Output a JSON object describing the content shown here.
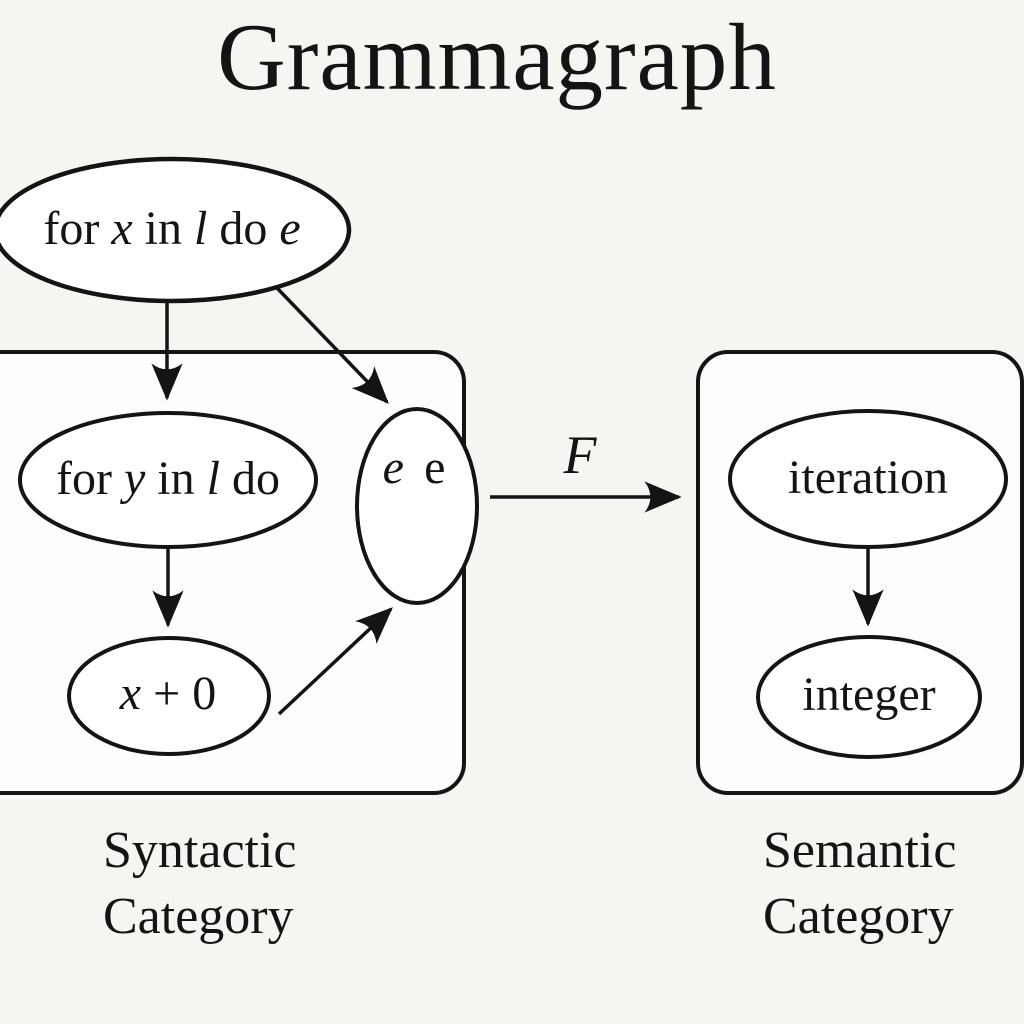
{
  "colors": {
    "background": "#f6f5f2",
    "box_fill": "#fdfdfc",
    "ink": "#141414"
  },
  "title": "Grammagraph",
  "functor": {
    "label": "F",
    "from": "e e",
    "to": "Semantic Category"
  },
  "syntactic_box": {
    "caption_line1": "Syntactic",
    "caption_line2": "Category",
    "nodes": {
      "for_x_in_l_do_e": {
        "parts": [
          "for ",
          "x",
          " in ",
          "l",
          " do ",
          "e"
        ]
      },
      "for_y_in_l_do": {
        "parts": [
          "for ",
          "y",
          " in ",
          "l",
          " do"
        ]
      },
      "x_plus_0": {
        "parts": [
          "x",
          " + 0"
        ]
      },
      "e_e": {
        "parts": [
          "e",
          "e"
        ]
      }
    }
  },
  "semantic_box": {
    "caption_line1": "Semantic",
    "caption_line2": "Category",
    "nodes": {
      "iteration": "iteration",
      "integer": "integer"
    }
  },
  "edges": [
    "for x in l do e -> for y in l do",
    "for x in l do e -> e e",
    "for y in l do -> x + 0",
    "x + 0 -> e e",
    "e e -F-> iteration (box to box)",
    "iteration -> integer"
  ]
}
